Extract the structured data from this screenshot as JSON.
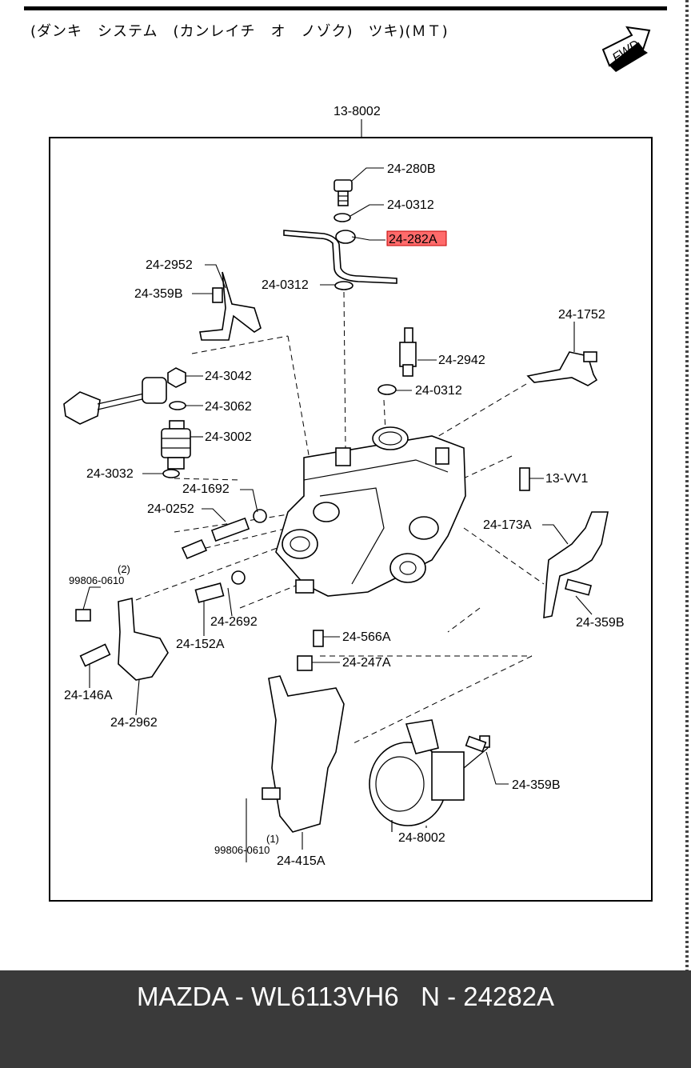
{
  "header": {
    "title": "(ダンキ　システム　(カンレイチ　オ　ノゾク)　ツキ)(ＭＴ)"
  },
  "fwd_badge": {
    "label": "FWD"
  },
  "diagram": {
    "group_label": "13-8002",
    "highlighted_part": "24-282A",
    "highlight_color": "#ff6b6b",
    "callouts": [
      "24-280B",
      "24-0312",
      "24-282A",
      "24-0312",
      "24-2952",
      "24-359B",
      "24-2942",
      "24-0312",
      "24-1752",
      "24-3042",
      "24-3062",
      "24-3002",
      "24-3032",
      "24-1692",
      "24-0252",
      "13-VV1",
      "24-173A",
      "(2)",
      "99806-0610",
      "24-2692",
      "24-152A",
      "24-359B",
      "24-566A",
      "24-247A",
      "24-146A",
      "24-2962",
      "24-359B",
      "24-415A",
      "24-8002",
      "(1)",
      "99806-0610"
    ]
  },
  "footer": {
    "text": "MAZDA - WL6113VH6   N - 24282A"
  }
}
